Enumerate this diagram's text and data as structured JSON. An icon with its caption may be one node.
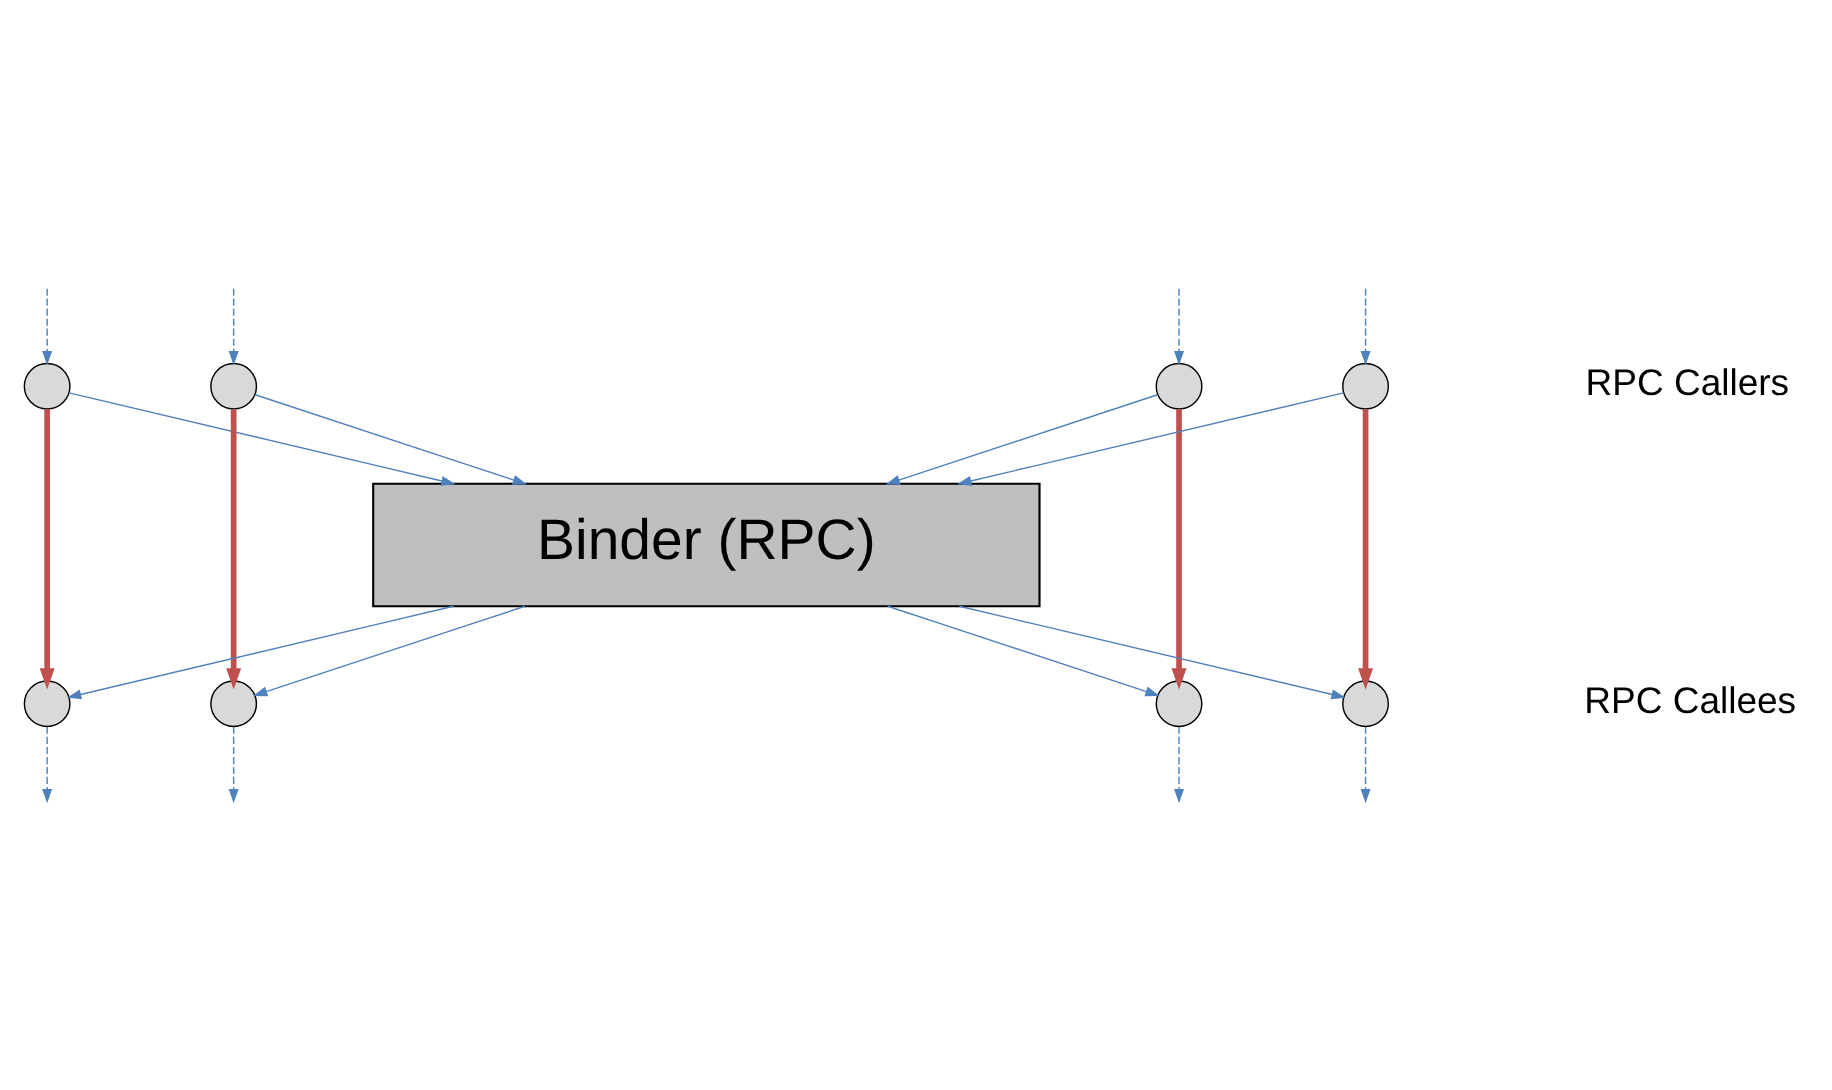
{
  "diagram": {
    "nodes": [
      {
        "text": [],
        "shape": "circle"
      },
      {
        "text": [],
        "shape": "circle"
      },
      {
        "text": [],
        "shape": "circle"
      },
      {
        "text": [],
        "shape": "circle"
      },
      {
        "text": [
          "Binder (RPC)"
        ]
      },
      {
        "text": [],
        "shape": "circle"
      },
      {
        "text": [],
        "shape": "circle"
      },
      {
        "text": [],
        "shape": "circle"
      },
      {
        "text": [],
        "shape": "circle"
      }
    ],
    "edges": [
      {
        "from": null,
        "to": 0,
        "arrow": "to",
        "style": "dashed"
      },
      {
        "from": null,
        "to": 1,
        "arrow": "to",
        "style": "dashed"
      },
      {
        "from": null,
        "to": 2,
        "arrow": "to",
        "style": "dashed"
      },
      {
        "from": null,
        "to": 3,
        "arrow": "to",
        "style": "dashed"
      },
      {
        "from": 0,
        "to": 4,
        "arrow": "to"
      },
      {
        "from": 1,
        "to": 4,
        "arrow": "to"
      },
      {
        "from": 2,
        "to": 4,
        "arrow": "to"
      },
      {
        "from": 3,
        "to": 4,
        "arrow": "to"
      },
      {
        "from": 0,
        "to": 5,
        "arrow": "to",
        "style": "thick",
        "color": "#c0504d"
      },
      {
        "from": 1,
        "to": 6,
        "arrow": "to",
        "style": "thick",
        "color": "#c0504d"
      },
      {
        "from": 2,
        "to": 7,
        "arrow": "to",
        "style": "thick",
        "color": "#c0504d"
      },
      {
        "from": 3,
        "to": 8,
        "arrow": "to",
        "style": "thick",
        "color": "#c0504d"
      },
      {
        "from": 4,
        "to": 5,
        "arrow": "to"
      },
      {
        "from": 4,
        "to": 6,
        "arrow": "to"
      },
      {
        "from": 4,
        "to": 7,
        "arrow": "to"
      },
      {
        "from": 4,
        "to": 8,
        "arrow": "to"
      },
      {
        "from": 5,
        "to": null,
        "arrow": "to",
        "style": "dashed"
      },
      {
        "from": 6,
        "to": null,
        "arrow": "to",
        "style": "dashed"
      },
      {
        "from": 7,
        "to": null,
        "arrow": "to",
        "style": "dashed"
      },
      {
        "from": 8,
        "to": null,
        "arrow": "to",
        "style": "dashed"
      }
    ],
    "labels": [
      "RPC Callers",
      "RPC Callees"
    ]
  }
}
